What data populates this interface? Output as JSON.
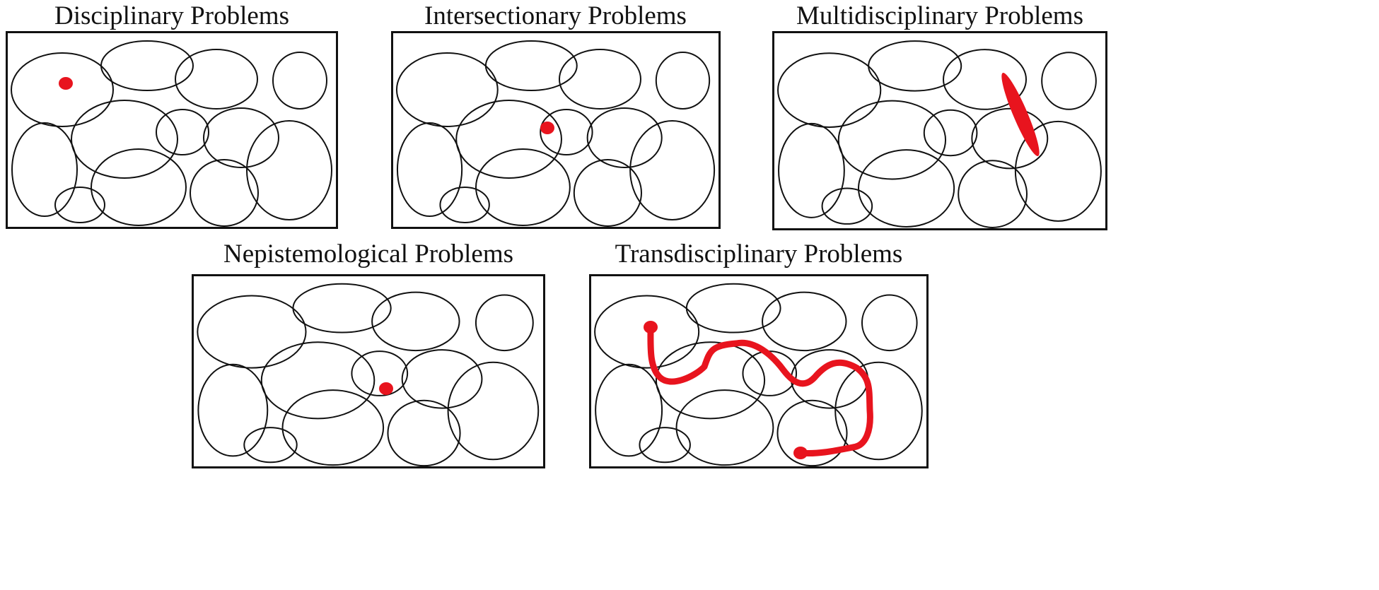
{
  "colors": {
    "outline": "#111111",
    "problem_marker": "#e8141e"
  },
  "panels": [
    {
      "title": "Disciplinary Problems",
      "marker": "dot"
    },
    {
      "title": "Intersectionary Problems",
      "marker": "dot-at-intersection"
    },
    {
      "title": "Multidisciplinary Problems",
      "marker": "elongated-ellipse-spanning-disciplines"
    },
    {
      "title": "Nepistemological Problems",
      "marker": "dot-in-gap"
    },
    {
      "title": "Transdisciplinary Problems",
      "marker": "winding-path-across-disciplines"
    }
  ]
}
